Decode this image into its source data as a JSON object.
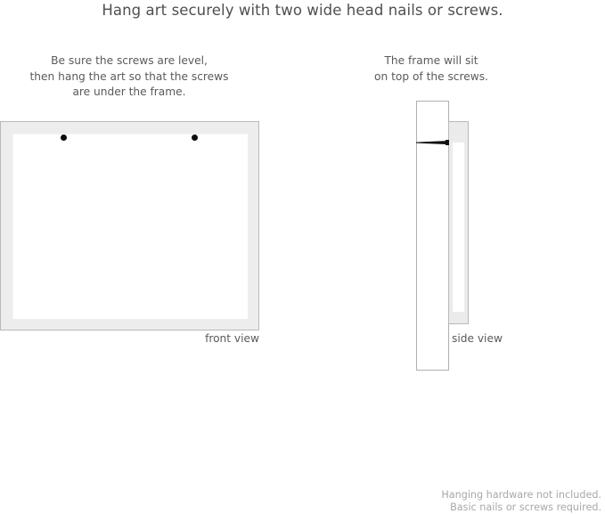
{
  "heading": "Hang art securely with two wide head nails or screws.",
  "captions": {
    "left": [
      "Be sure the screws are level,",
      "then hang the art so that the screws",
      "are under the frame."
    ],
    "right": [
      "The frame will sit",
      "on top of the screws."
    ]
  },
  "diagrams": {
    "front": {
      "label": "front view",
      "screw_count": 2
    },
    "side": {
      "label": "side view"
    }
  },
  "footer": [
    "Hanging hardware not included.",
    "Basic nails or screws required."
  ],
  "colors": {
    "text_heading": "#4f4f4f",
    "text_caption": "#5a5a5a",
    "text_footer": "#a8a8a8",
    "frame_fill": "#ededed",
    "frame_border": "#b9b9b9",
    "mat_fill": "#ffffff",
    "screw_dot": "#0d0d0d",
    "nail": "#111111",
    "wall_border": "#b0b0b0"
  }
}
